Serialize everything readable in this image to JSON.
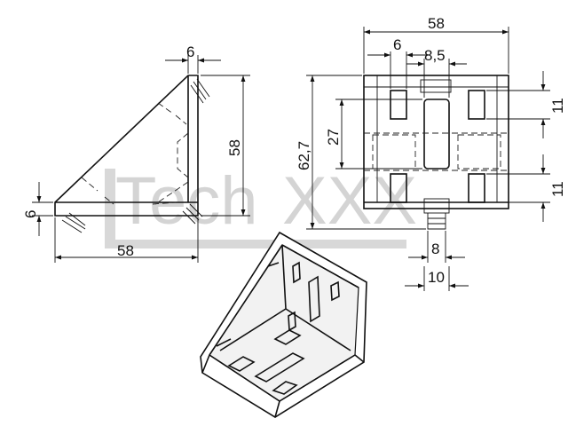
{
  "watermark": {
    "text": "Tech",
    "suffix": "XXX"
  },
  "side_view": {
    "dim_width": "58",
    "dim_height": "58",
    "dim_top": "6",
    "dim_side": "6"
  },
  "front_view": {
    "dim_width": "58",
    "dim_height": "62,7",
    "dim_inner": "27",
    "dim_6": "6",
    "dim_85": "8,5",
    "dim_11a": "11",
    "dim_11b": "11",
    "dim_8": "8",
    "dim_10": "10"
  },
  "colors": {
    "line": "#111111",
    "watermark": "#d4d4d4"
  }
}
